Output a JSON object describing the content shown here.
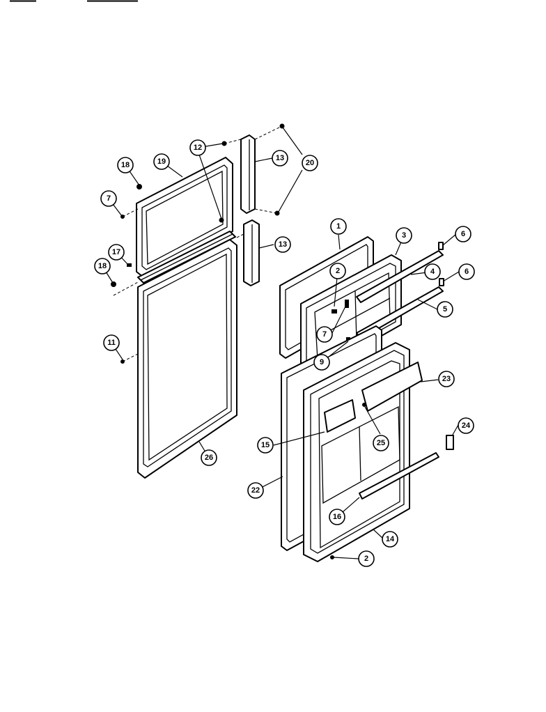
{
  "callouts": [
    {
      "label": "1"
    },
    {
      "label": "2"
    },
    {
      "label": "3"
    },
    {
      "label": "4"
    },
    {
      "label": "5"
    },
    {
      "label": "6"
    },
    {
      "label": "6"
    },
    {
      "label": "7"
    },
    {
      "label": "7"
    },
    {
      "label": "9"
    },
    {
      "label": "11"
    },
    {
      "label": "12"
    },
    {
      "label": "13"
    },
    {
      "label": "13"
    },
    {
      "label": "14"
    },
    {
      "label": "15"
    },
    {
      "label": "16"
    },
    {
      "label": "17"
    },
    {
      "label": "18"
    },
    {
      "label": "18"
    },
    {
      "label": "19"
    },
    {
      "label": "20"
    },
    {
      "label": "22"
    },
    {
      "label": "23"
    },
    {
      "label": "24"
    },
    {
      "label": "25"
    },
    {
      "label": "26"
    },
    {
      "label": "2"
    }
  ]
}
